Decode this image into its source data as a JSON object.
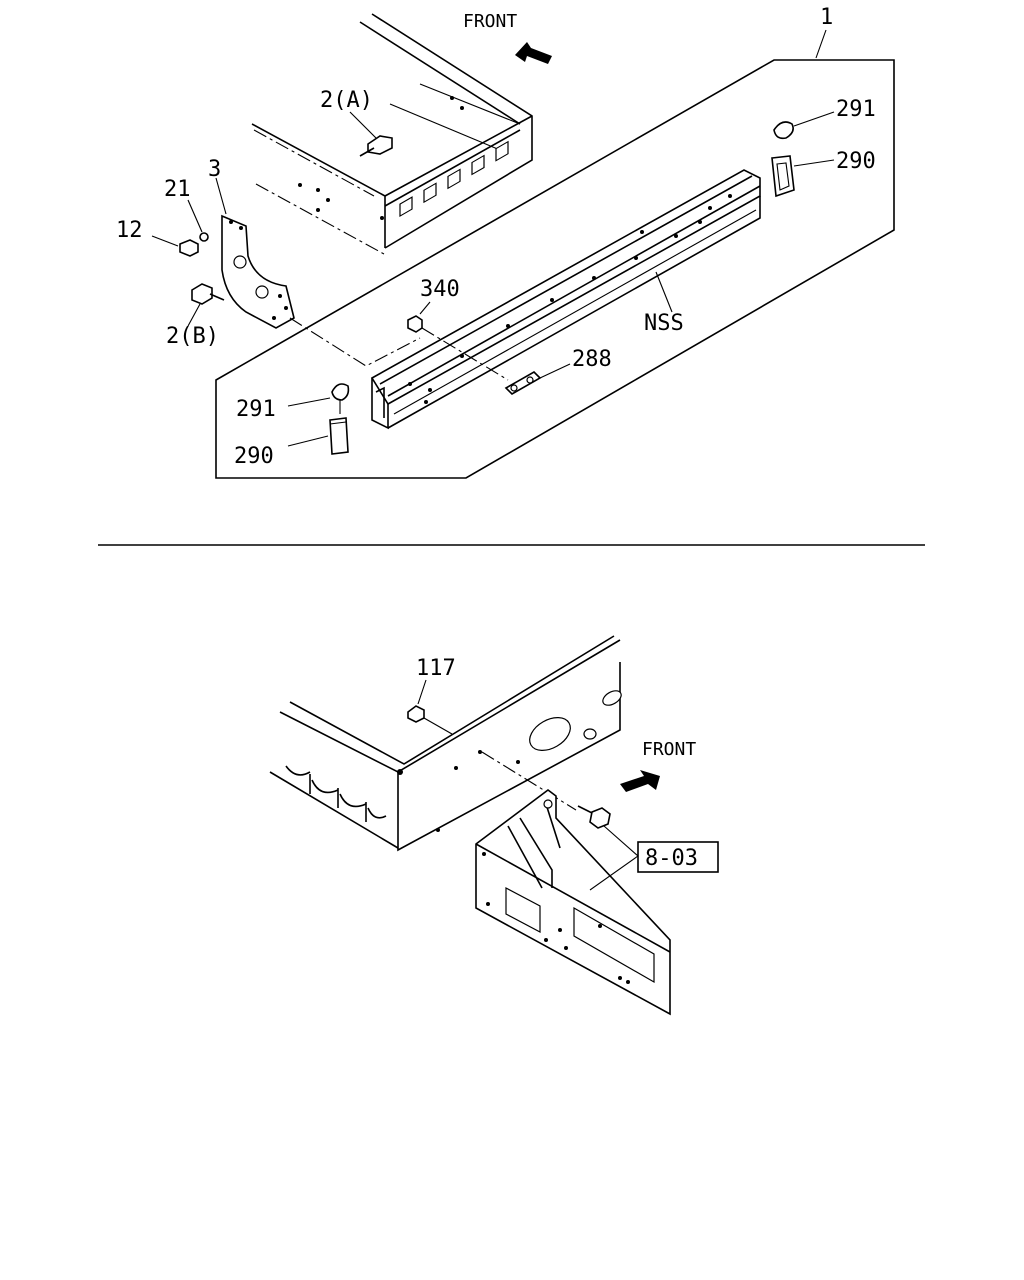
{
  "top_view": {
    "front_label": "FRONT",
    "callouts": {
      "c1": "1",
      "c2a": "2(A)",
      "c3": "3",
      "c21": "21",
      "c12": "12",
      "c2b": "2(B)",
      "c340": "340",
      "c291_top": "291",
      "c290_top": "290",
      "cNSS": "NSS",
      "c288": "288",
      "c291_bottom": "291",
      "c290_bottom": "290"
    }
  },
  "bottom_view": {
    "front_label": "FRONT",
    "callouts": {
      "c117": "117"
    },
    "reference_box": "8-03"
  }
}
